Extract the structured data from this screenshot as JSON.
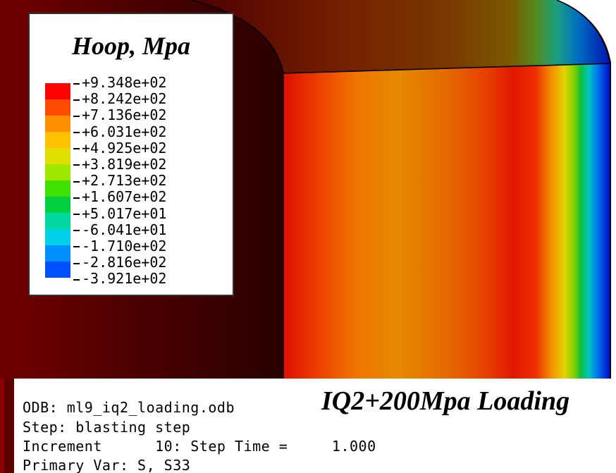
{
  "legend": {
    "title": "Hoop, Mpa",
    "values": [
      "+9.348e+02",
      "+8.242e+02",
      "+7.136e+02",
      "+6.031e+02",
      "+4.925e+02",
      "+3.819e+02",
      "+2.713e+02",
      "+1.607e+02",
      "+5.017e+01",
      "-6.041e+01",
      "-1.710e+02",
      "-2.816e+02",
      "-3.921e+02"
    ],
    "colors": [
      "#ff0000",
      "#ff4a00",
      "#ff9000",
      "#ffc000",
      "#e0e000",
      "#a0e800",
      "#40e000",
      "#00d040",
      "#00d8a0",
      "#00d0e8",
      "#0090ff",
      "#0050ff",
      "#0000f0"
    ]
  },
  "info": {
    "odb_line": "ODB: ml9_iq2_loading.odb",
    "step_line": "Step: blasting step",
    "increment_line": "Increment      10: Step Time =     1.000",
    "primary_var_line": "Primary Var: S, S33",
    "loading_title": "IQ2+200Mpa Loading"
  },
  "colors": {
    "dark_face": "#5a0000",
    "deep_shadow": "#300000",
    "background": "#ffffff"
  }
}
